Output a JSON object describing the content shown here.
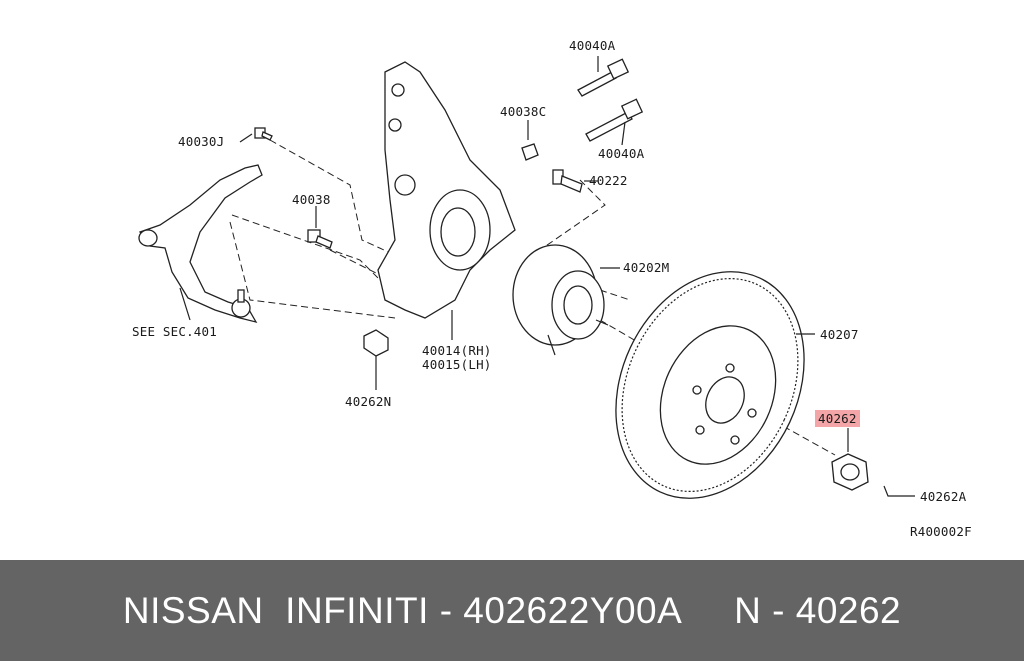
{
  "labels": {
    "p40040A_top": "40040A",
    "p40038C": "40038C",
    "p40040A_mid": "40040A",
    "p40030J": "40030J",
    "p40222": "40222",
    "p40038": "40038",
    "p40202M": "40202M",
    "p40207": "40207",
    "see_sec": "SEE SEC.401",
    "p40014": "40014(RH)",
    "p40015": "40015(LH)",
    "p40262N": "40262N",
    "p40262": "40262",
    "p40262A": "40262A",
    "ref_code": "R400002F"
  },
  "colors": {
    "highlight": "#f4a5a8",
    "footer_bg": "#646464",
    "footer_text": "#ffffff"
  },
  "footer": {
    "text": "NISSAN  INFINITI - 402622Y00A     N - 40262"
  }
}
